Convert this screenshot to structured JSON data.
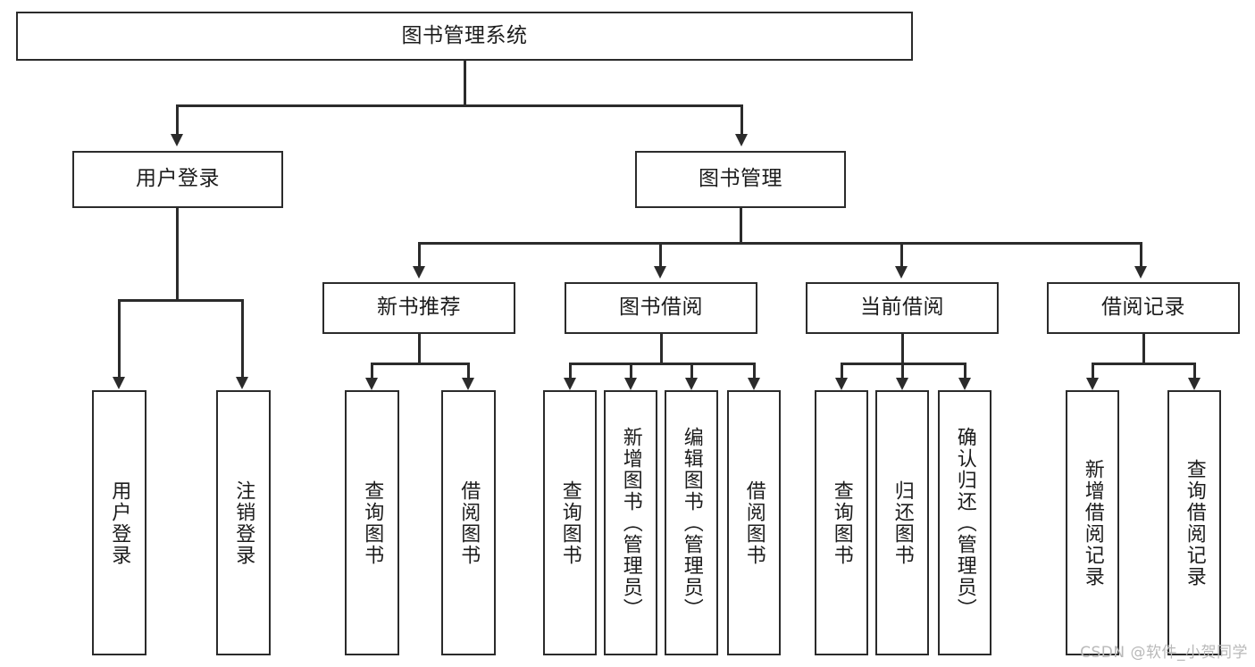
{
  "diagram": {
    "title": "图书管理系统",
    "watermark": "CSDN @软件_小贺同学",
    "colors": {
      "stroke": "#2b2b2b",
      "background": "#ffffff",
      "text": "#1c1c1c",
      "watermark": "#b9b9b9"
    },
    "root": {
      "label": "图书管理系统"
    },
    "level2": [
      {
        "label": "用户登录"
      },
      {
        "label": "图书管理"
      }
    ],
    "level3": [
      {
        "label": "新书推荐"
      },
      {
        "label": "图书借阅"
      },
      {
        "label": "当前借阅"
      },
      {
        "label": "借阅记录"
      }
    ],
    "leaves": {
      "user_login": [
        {
          "label": "用户登录"
        },
        {
          "label": "注销登录"
        }
      ],
      "new_book_recommend": [
        {
          "label": "查询图书"
        },
        {
          "label": "借阅图书"
        }
      ],
      "book_borrow": [
        {
          "label": "查询图书"
        },
        {
          "label": "新增图书（管理员）"
        },
        {
          "label": "编辑图书（管理员）"
        },
        {
          "label": "借阅图书"
        }
      ],
      "current_borrow": [
        {
          "label": "查询图书"
        },
        {
          "label": "归还图书"
        },
        {
          "label": "确认归还（管理员）"
        }
      ],
      "borrow_record": [
        {
          "label": "新增借阅记录"
        },
        {
          "label": "查询借阅记录"
        }
      ]
    }
  }
}
